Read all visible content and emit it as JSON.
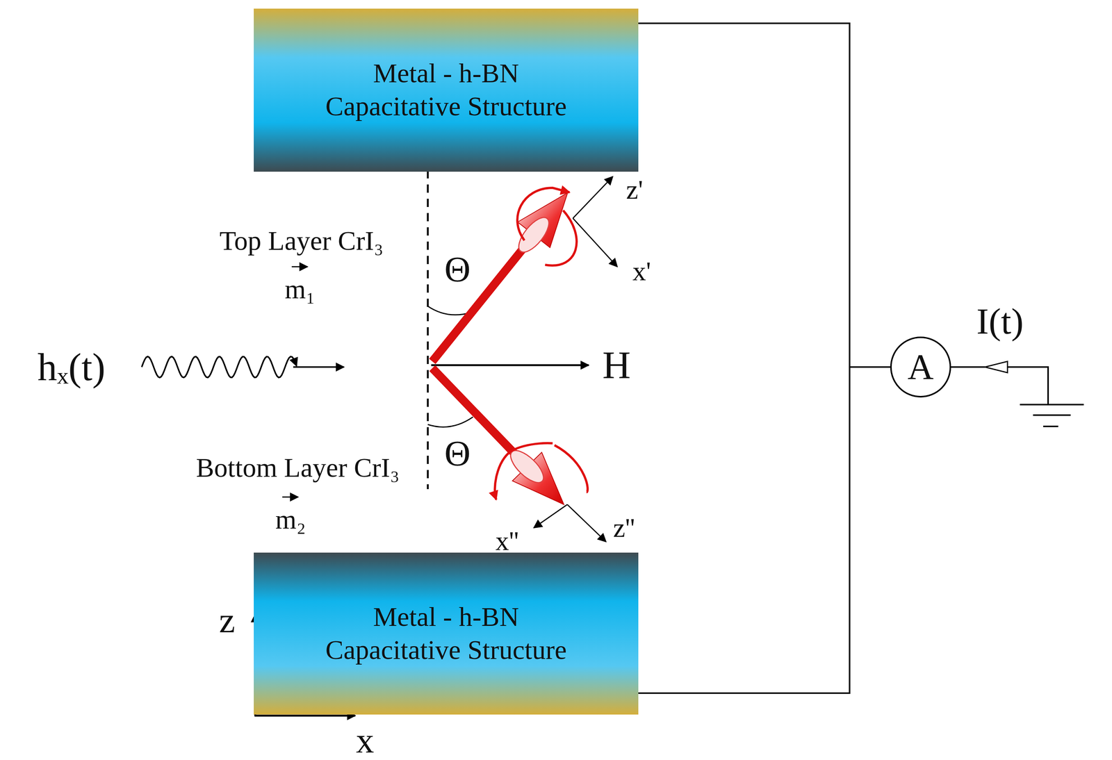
{
  "diagram": {
    "nodes": [
      {
        "text": [
          "Metal - h-BN Capacitative Structure"
        ]
      },
      {
        "text": [
          "Metal - h-BN Capacitative Structure"
        ]
      },
      {
        "text": [
          "A"
        ]
      }
    ],
    "edges": [
      {
        "from": 0,
        "to": 2,
        "arrow": "none"
      },
      {
        "from": 1,
        "to": 2,
        "arrow": "none"
      }
    ],
    "labels": [
      "Top Layer CrI₃",
      "m₁",
      "Θ",
      "z'",
      "x'",
      "H",
      "hₓ(t)",
      "Θ",
      "Bottom Layer CrI₃",
      "m₂",
      "x''",
      "z''",
      "I(t)",
      "z",
      "x"
    ]
  }
}
